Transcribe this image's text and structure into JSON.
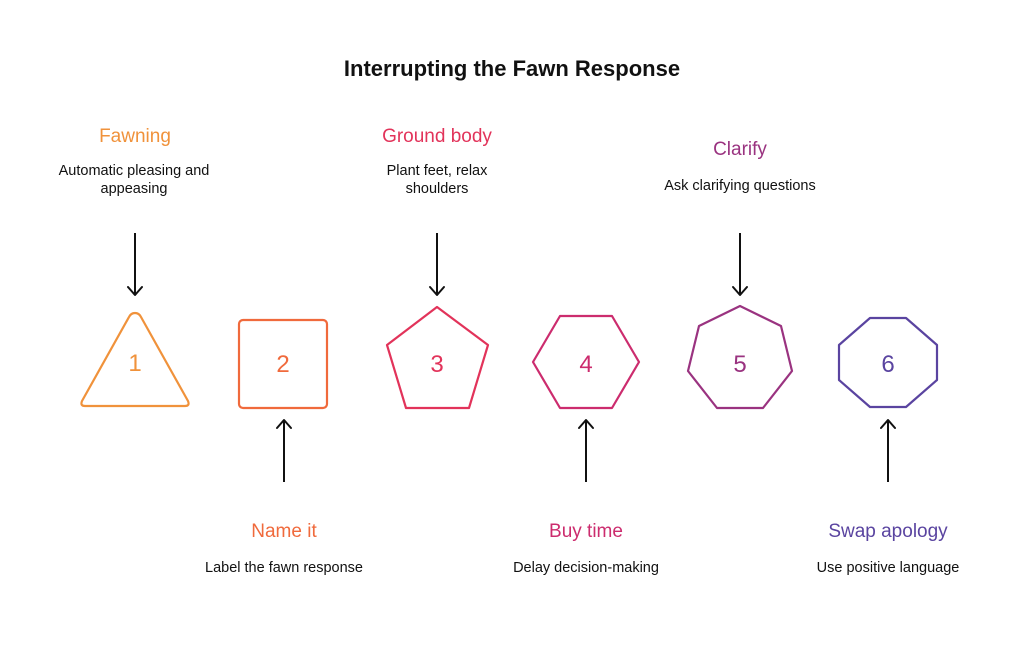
{
  "title": "Interrupting the Fawn Response",
  "steps": [
    {
      "number": "1",
      "title": "Fawning",
      "description": [
        "Automatic pleasing and",
        "appeasing"
      ],
      "color": "#F0923B",
      "shape": "triangle-icon"
    },
    {
      "number": "2",
      "title": "Name it",
      "description": [
        "Label the fawn response"
      ],
      "color": "#F06A3C",
      "shape": "square-icon"
    },
    {
      "number": "3",
      "title": "Ground body",
      "description": [
        "Plant feet, relax",
        "shoulders"
      ],
      "color": "#E2335A",
      "shape": "pentagon-icon"
    },
    {
      "number": "4",
      "title": "Buy time",
      "description": [
        "Delay decision-making"
      ],
      "color": "#CC2C6E",
      "shape": "hexagon-icon"
    },
    {
      "number": "5",
      "title": "Clarify",
      "description": [
        "Ask clarifying questions"
      ],
      "color": "#9A3380",
      "shape": "heptagon-icon"
    },
    {
      "number": "6",
      "title": "Swap apology",
      "description": [
        "Use positive language"
      ],
      "color": "#5A44A0",
      "shape": "octagon-icon"
    }
  ]
}
